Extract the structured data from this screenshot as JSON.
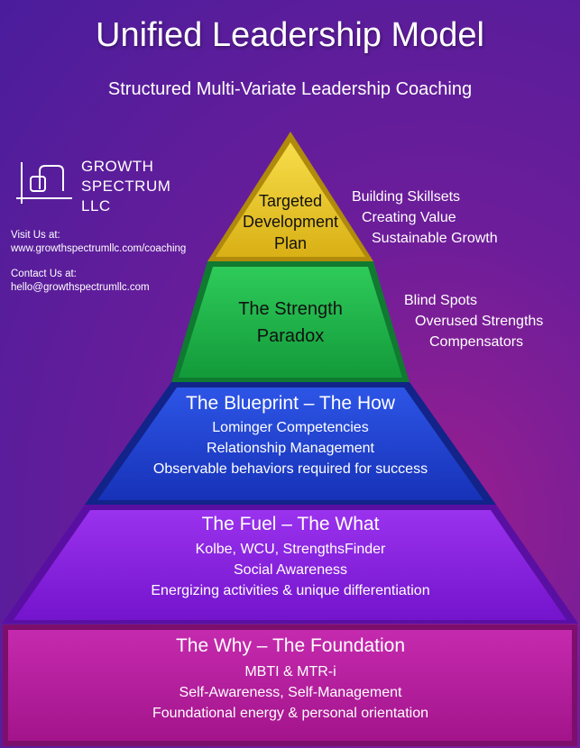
{
  "header": {
    "title": "Unified Leadership Model",
    "subtitle": "Structured Multi-Variate Leadership Coaching"
  },
  "brand": {
    "name_lines": [
      "GROWTH",
      "SPECTRUM",
      "LLC"
    ],
    "visit_label": "Visit Us at:",
    "visit_url": "www.growthspectrumllc.com/coaching",
    "contact_label": "Contact Us at:",
    "contact_email": "hello@growthspectrumllc.com"
  },
  "pyramid": {
    "top": {
      "title_lines": [
        "Targeted",
        "Development",
        "Plan"
      ],
      "side_notes": [
        "Building Skillsets",
        "Creating Value",
        "Sustainable Growth"
      ],
      "color": "#e8c21a"
    },
    "strength": {
      "title_lines": [
        "The Strength",
        "Paradox"
      ],
      "side_notes": [
        "Blind Spots",
        "Overused Strengths",
        "Compensators"
      ],
      "color": "#1fb34a"
    },
    "blueprint": {
      "title": "The Blueprint – The How",
      "lines": [
        "Lominger Competencies",
        "Relationship Management",
        "Observable behaviors required for success"
      ],
      "color": "#1e3fd0"
    },
    "fuel": {
      "title": "The Fuel – The What",
      "lines": [
        "Kolbe, WCU, StrengthsFinder",
        "Social Awareness",
        "Energizing activities & unique differentiation"
      ],
      "color": "#8a1fe0"
    },
    "foundation": {
      "title": "The Why – The Foundation",
      "lines": [
        "MBTI & MTR-i",
        "Self-Awareness, Self-Management",
        "Foundational energy & personal orientation"
      ],
      "color": "#b7199e"
    }
  }
}
